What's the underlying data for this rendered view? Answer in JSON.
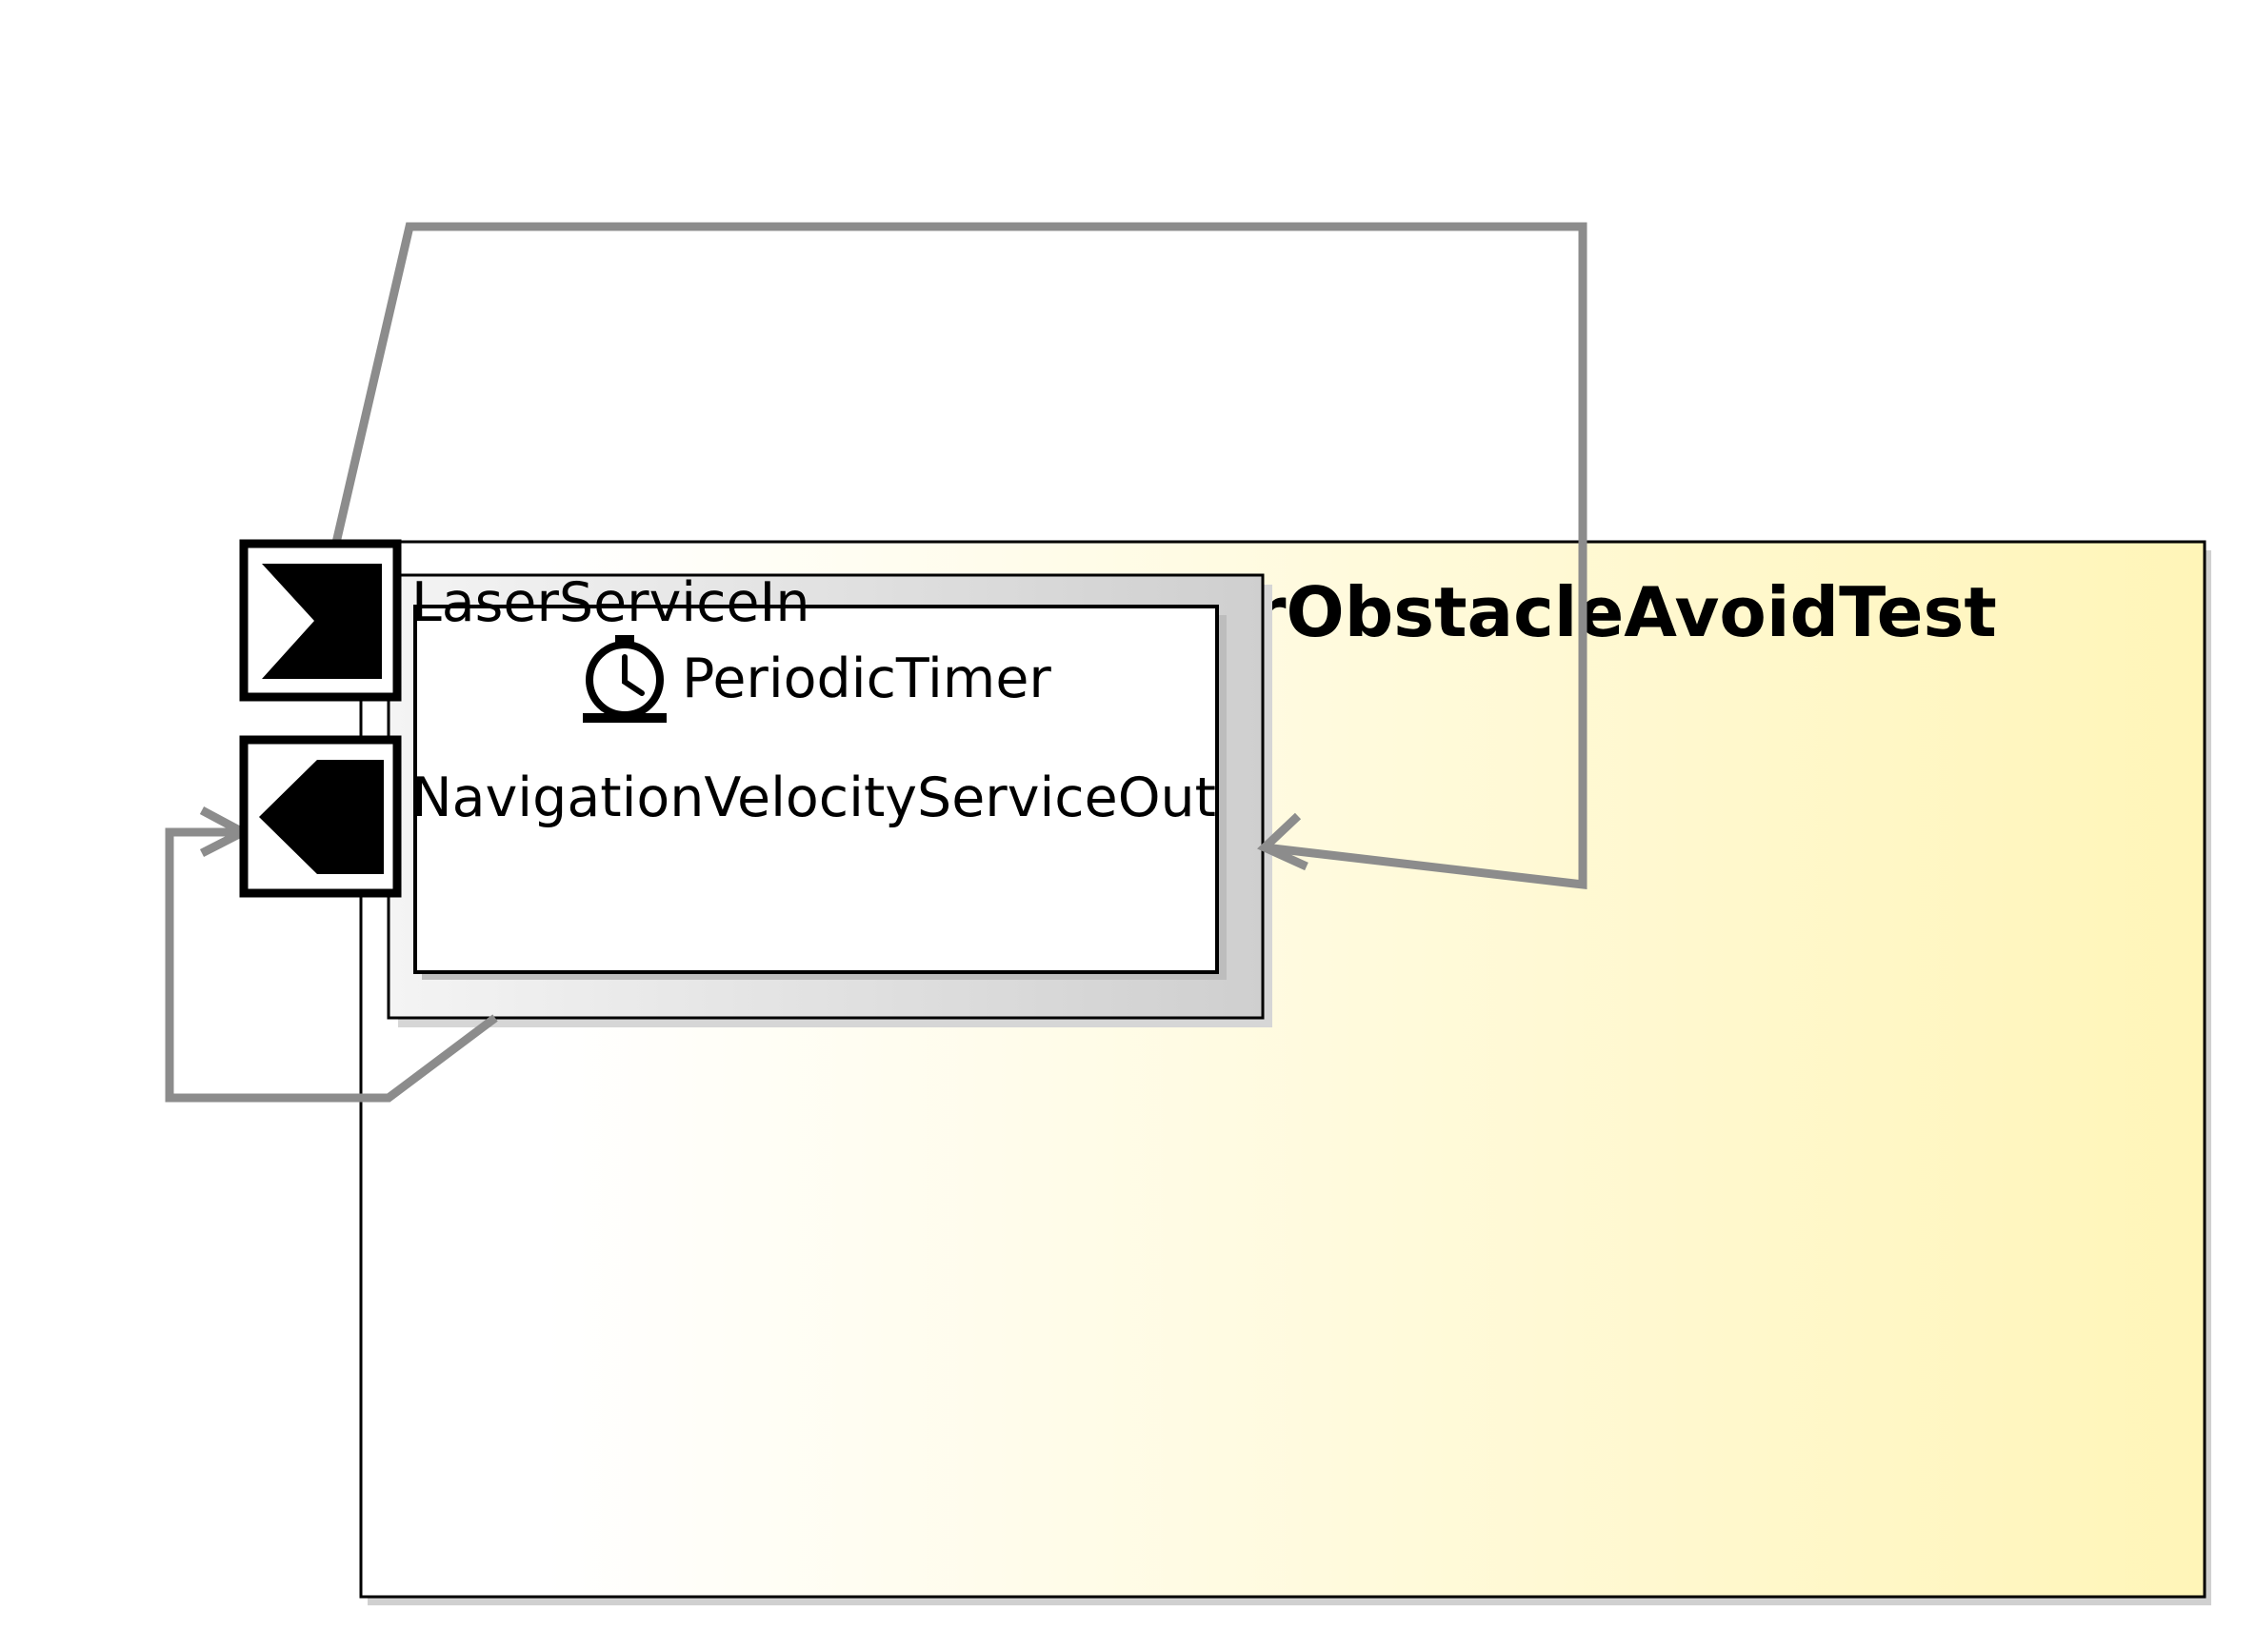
{
  "diagram": {
    "component": {
      "title": "rObstacleAvoidTest",
      "fill_gradient": [
        "#ffffff",
        "#fff5b8"
      ]
    },
    "ports": {
      "laser_in_label": "LaserServiceIn",
      "nav_out_label": "NavigationVelocityServiceOut"
    },
    "task": {
      "label": "PeriodicTimer",
      "icon": "stopwatch-icon"
    },
    "colors": {
      "connector": "#888888",
      "border": "#000000",
      "shadow": "#c8c8c8"
    }
  }
}
